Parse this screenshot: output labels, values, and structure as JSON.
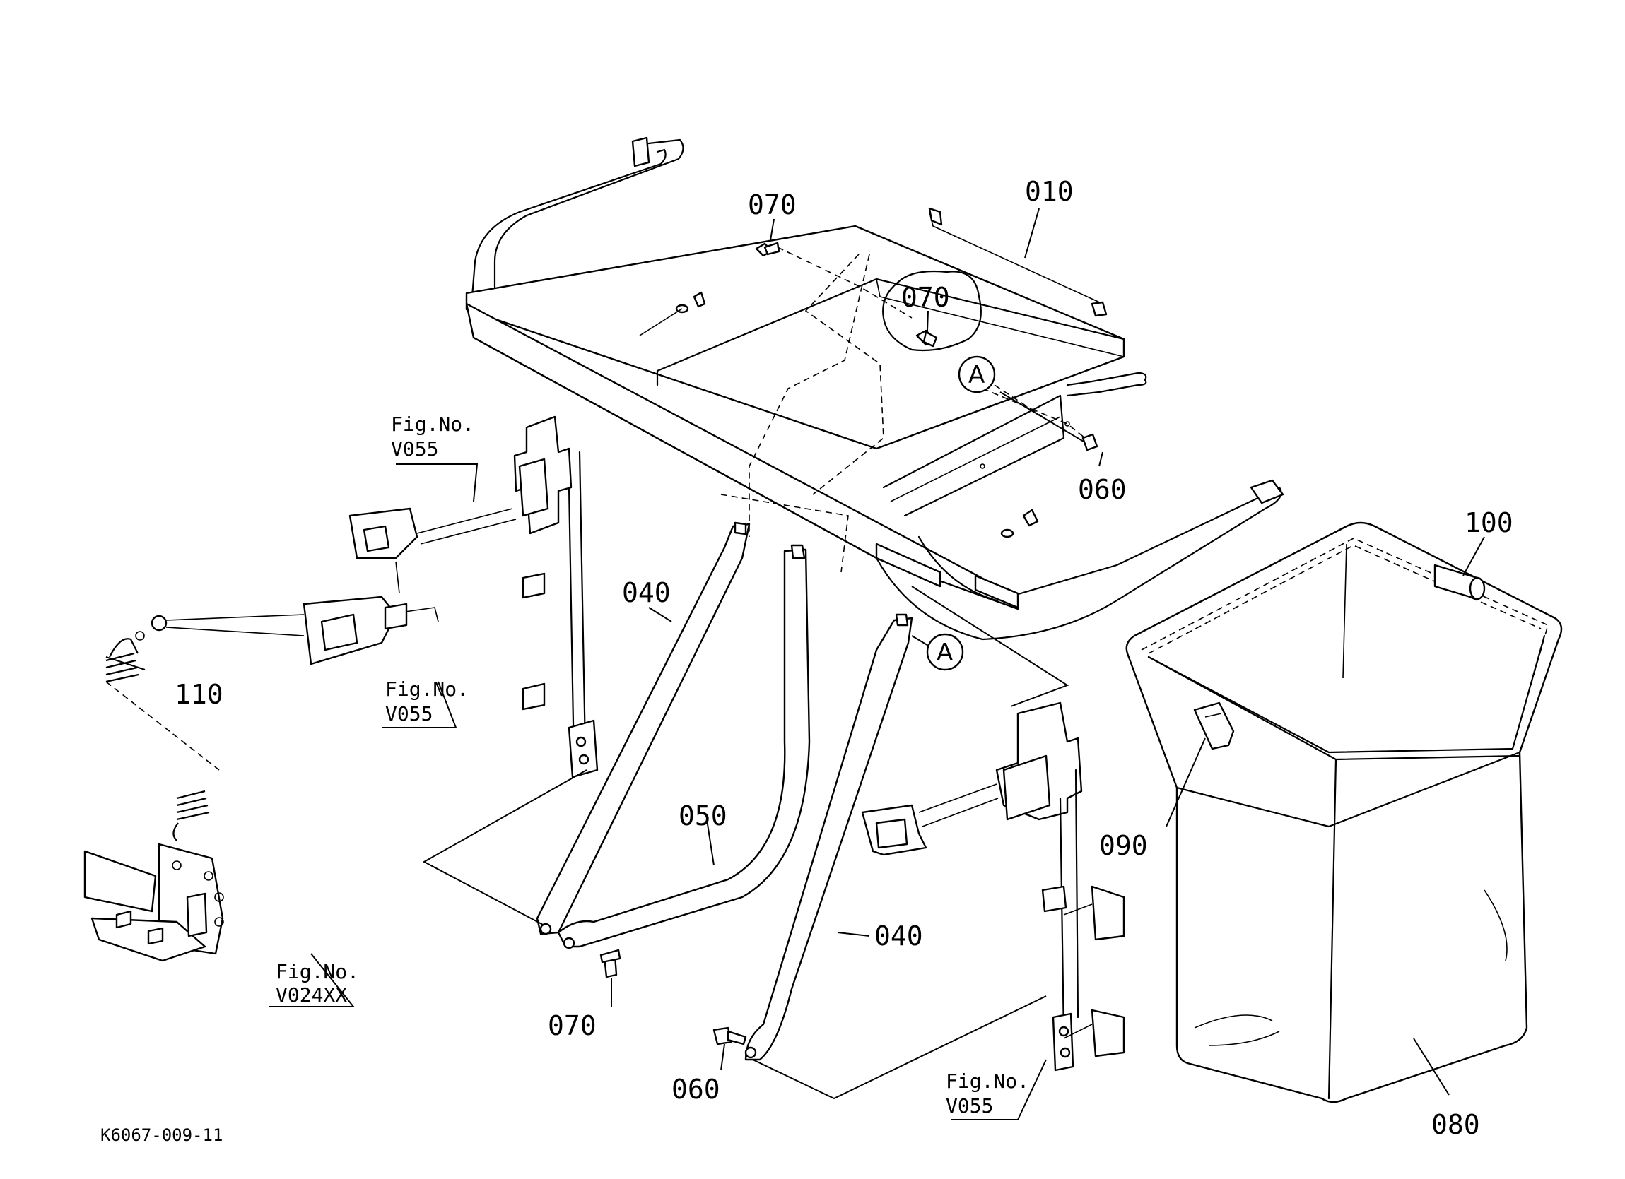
{
  "callouts": {
    "p010": "010",
    "p070_top": "070",
    "p070_inset": "070",
    "p060_right": "060",
    "pA_top": "A",
    "p100": "100",
    "p040_left": "040",
    "pA_mid": "A",
    "p110": "110",
    "p050": "050",
    "p090": "090",
    "p040_right": "040",
    "p070_bottom": "070",
    "p060_bottom": "060",
    "p080": "080"
  },
  "fig_refs": {
    "ref1": {
      "line1": "Fig.No.",
      "line2": "V055"
    },
    "ref2": {
      "line1": "Fig.No.",
      "line2": "V055"
    },
    "ref3": {
      "line1": "Fig.No.",
      "line2": "V024XX"
    },
    "ref4": {
      "line1": "Fig.No.",
      "line2": "V055"
    }
  },
  "drawing_code": "K6067-009-11"
}
